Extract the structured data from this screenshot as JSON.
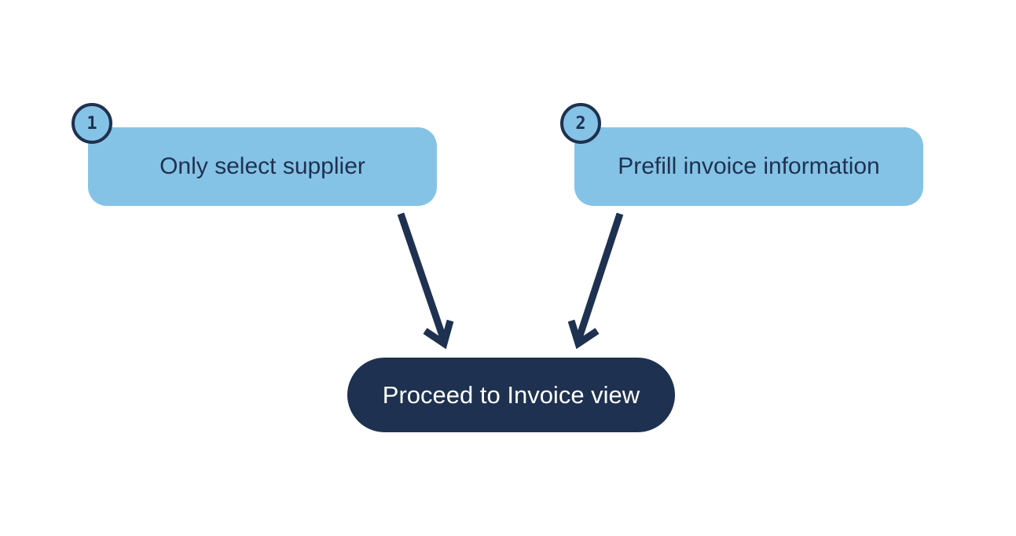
{
  "diagram": {
    "options": [
      {
        "step": "1",
        "label": "Only select supplier"
      },
      {
        "step": "2",
        "label": "Prefill invoice information"
      }
    ],
    "result": {
      "label": "Proceed to Invoice view"
    }
  },
  "colors": {
    "box_fill": "#85c3e6",
    "dark_navy": "#1f3150",
    "background": "#ffffff",
    "result_text": "#ffffff"
  }
}
